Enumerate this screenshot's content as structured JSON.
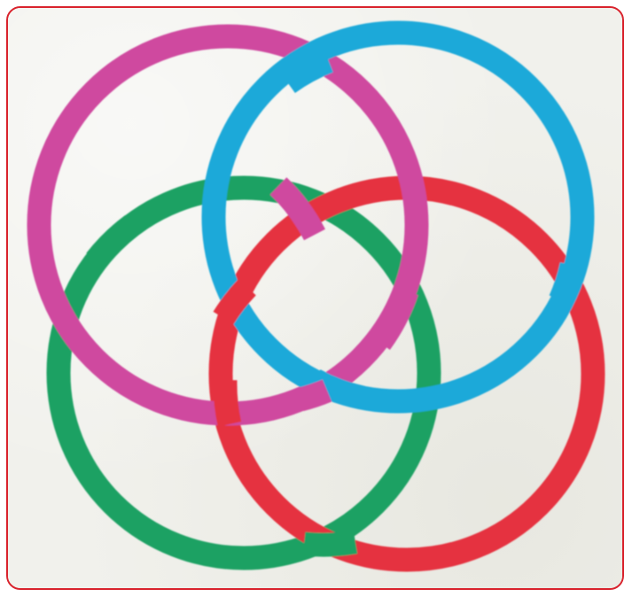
{
  "colors": {
    "frame_border": "#d9232d",
    "background": "#f1f1ec",
    "magenta": "#cf4a9f",
    "cyan": "#1fa9d9",
    "green": "#1ea163",
    "red": "#e5323f"
  },
  "rings": [
    {
      "id": "magenta",
      "color": "magenta"
    },
    {
      "id": "cyan",
      "color": "cyan"
    },
    {
      "id": "green",
      "color": "green"
    },
    {
      "id": "red",
      "color": "red"
    }
  ]
}
